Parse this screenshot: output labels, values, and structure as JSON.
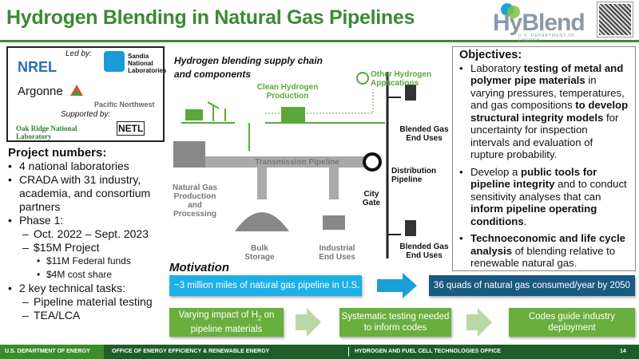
{
  "title": "Hydrogen Blending in Natural Gas Pipelines",
  "brand": {
    "logo": "HyBlend",
    "logo_sub": "U.S. DEPARTMENT OF ENERGY"
  },
  "partners": {
    "led_by": "Led by:",
    "supported_by": "Supported by:",
    "labs": [
      "NREL",
      "Sandia National Laboratories",
      "Argonne",
      "Pacific Northwest",
      "Oak Ridge National Laboratory",
      "NETL"
    ]
  },
  "project": {
    "heading": "Project numbers:",
    "items": [
      {
        "level": 1,
        "text": "4 national laboratories"
      },
      {
        "level": 1,
        "text": "CRADA with 31 industry, academia, and consortium partners"
      },
      {
        "level": 1,
        "text": "Phase 1:"
      },
      {
        "level": 2,
        "text": "Oct. 2022 – Sept. 2023"
      },
      {
        "level": 2,
        "text": "$15M Project"
      },
      {
        "level": 3,
        "text": "$11M Federal funds"
      },
      {
        "level": 3,
        "text": "$4M cost share"
      },
      {
        "level": 1,
        "text": "2 key technical tasks:"
      },
      {
        "level": 2,
        "text": "Pipeline material testing"
      },
      {
        "level": 2,
        "text": "TEA/LCA"
      }
    ]
  },
  "diagram": {
    "caption": "Hydrogen blending supply chain and components",
    "clean_h2": "Clean Hydrogen Production",
    "other_h2": "Other Hydrogen Applications",
    "blended1": "Blended Gas End Uses",
    "blended2": "Blended Gas End Uses",
    "transmission": "Transmission Pipeline",
    "distribution": "Distribution Pipeline",
    "natgas": "Natural Gas Production and Processing",
    "city_gate": "City Gate",
    "bulk": "Bulk Storage",
    "industrial": "Industrial End Uses"
  },
  "objectives": {
    "heading": "Objectives:",
    "items": [
      [
        "Laboratory ",
        "testing of metal and polymer pipe materials",
        " in varying pressures, temperatures, and gas compositions ",
        "to develop structural integrity models",
        " for uncertainty for inspection intervals and evaluation of rupture probability."
      ],
      [
        "Develop a ",
        "public tools for pipeline integrity",
        " and to conduct sensitivity analyses that can ",
        "inform pipeline operating conditions",
        "."
      ],
      [
        "",
        "Technoeconomic and life cycle analysis",
        " of blending relative to renewable natural gas.",
        "",
        ""
      ]
    ]
  },
  "motivation": {
    "heading": "Motivation",
    "pipeline_miles": "~3 million miles of natural gas pipeline in U.S.",
    "quads": "36 quads of natural gas consumed/year by 2050",
    "impact_pre": "Varying impact of H",
    "impact_sub": "2",
    "impact_post": " on pipeline materials",
    "testing": "Systematic testing needed to inform codes",
    "codes": "Codes guide industry deployment"
  },
  "footer": {
    "doe": "U.S. DEPARTMENT OF ENERGY",
    "eere": "OFFICE OF ENERGY EFFICIENCY & RENEWABLE ENERGY",
    "hfto": "HYDROGEN AND FUEL CELL TECHNOLOGIES OFFICE",
    "page": "14"
  }
}
